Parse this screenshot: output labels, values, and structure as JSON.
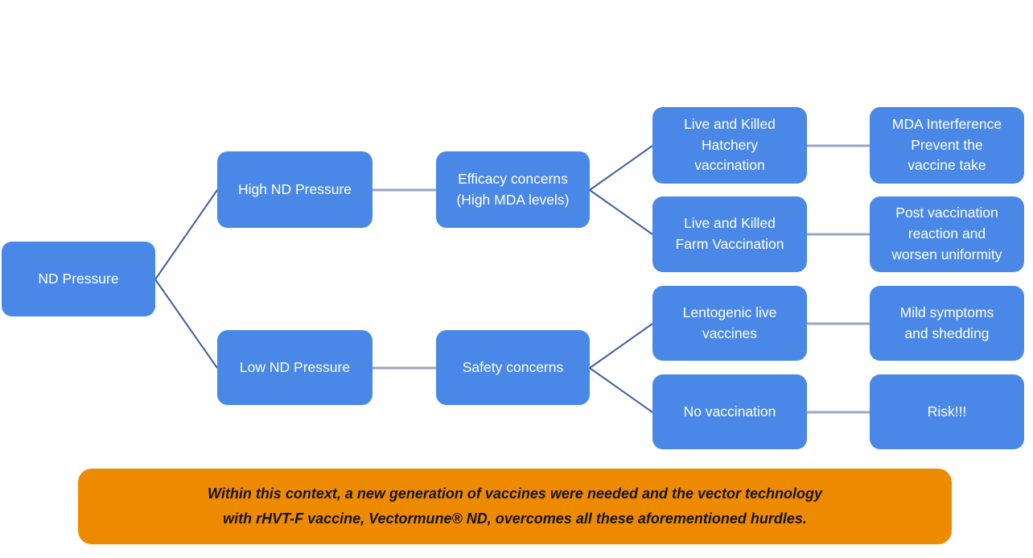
{
  "palette": {
    "node_fill": "#4a88e8",
    "node_text": "#ffffff",
    "banner_fill": "#ee8a00",
    "banner_text": "#141414",
    "diagonal_connector": "#3f5e9e",
    "horizontal_connector": "#9aa5c2"
  },
  "nodes": {
    "root": "ND Pressure",
    "high": "High ND Pressure",
    "low": "Low ND Pressure",
    "efficacy": "Efficacy concerns\n(High MDA levels)",
    "safety": "Safety concerns",
    "hatchery": "Live and Killed\nHatchery\nvaccination",
    "farm": "Live and Killed\nFarm Vaccination",
    "lentogenic": "Lentogenic live\nvaccines",
    "no_vaccination": "No vaccination",
    "mda_interference": "MDA Interference\nPrevent the\nvaccine take",
    "post_vaccination": "Post vaccination\nreaction and\nworsen uniformity",
    "mild_symptoms": "Mild symptoms\nand shedding",
    "risk": "Risk!!!"
  },
  "banner": {
    "text": "Within this context, a new generation of vaccines were needed and the vector technology\nwith rHVT-F vaccine, Vectormune® ND, overcomes all these aforementioned hurdles."
  }
}
